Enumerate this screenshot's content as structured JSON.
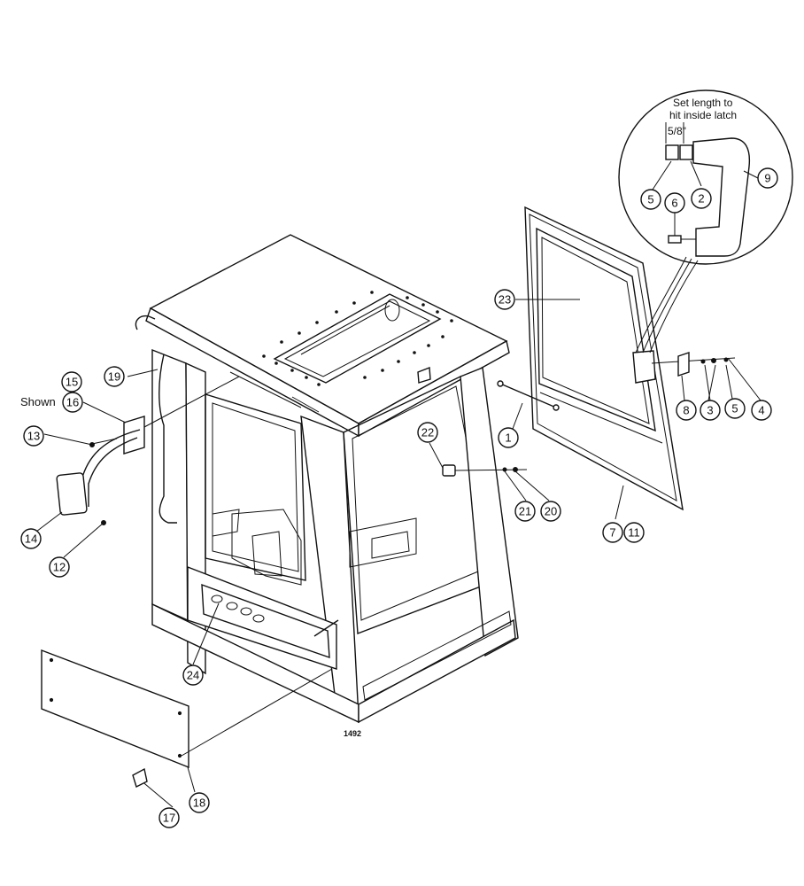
{
  "drawing_number": "1492",
  "detail_note": {
    "line1": "Set length to",
    "line2": "hit inside latch",
    "dimension": "5/8\""
  },
  "shown_label": "Shown",
  "callouts": [
    {
      "id": "c1",
      "label": "1"
    },
    {
      "id": "c2",
      "label": "2"
    },
    {
      "id": "c3",
      "label": "3"
    },
    {
      "id": "c4",
      "label": "4"
    },
    {
      "id": "c5a",
      "label": "5"
    },
    {
      "id": "c5b",
      "label": "5"
    },
    {
      "id": "c6",
      "label": "6"
    },
    {
      "id": "c7",
      "label": "7"
    },
    {
      "id": "c8",
      "label": "8"
    },
    {
      "id": "c9",
      "label": "9"
    },
    {
      "id": "c11",
      "label": "11"
    },
    {
      "id": "c12",
      "label": "12"
    },
    {
      "id": "c13",
      "label": "13"
    },
    {
      "id": "c14",
      "label": "14"
    },
    {
      "id": "c15",
      "label": "15"
    },
    {
      "id": "c16",
      "label": "16"
    },
    {
      "id": "c17",
      "label": "17"
    },
    {
      "id": "c18",
      "label": "18"
    },
    {
      "id": "c19",
      "label": "19"
    },
    {
      "id": "c20",
      "label": "20"
    },
    {
      "id": "c21",
      "label": "21"
    },
    {
      "id": "c22",
      "label": "22"
    },
    {
      "id": "c23",
      "label": "23"
    },
    {
      "id": "c24",
      "label": "24"
    }
  ]
}
